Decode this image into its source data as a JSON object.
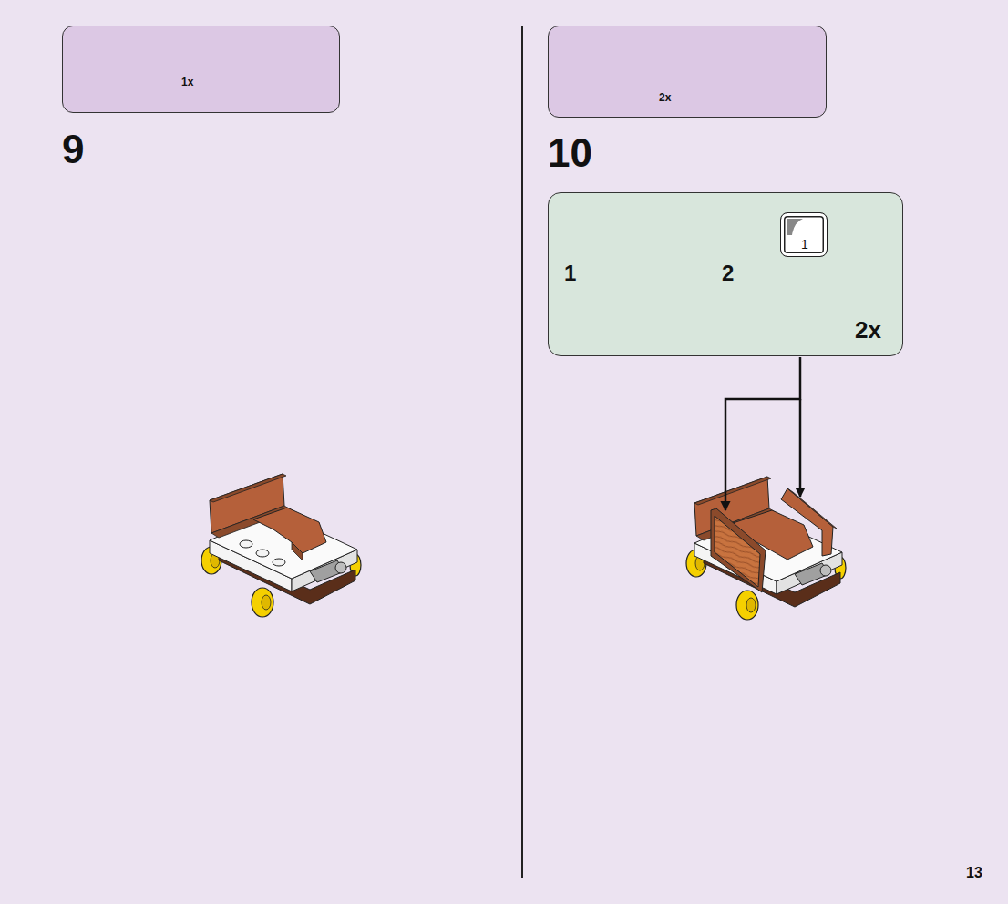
{
  "diagram": {
    "nodes": [
      {
        "text": [
          "1x"
        ]
      },
      {
        "text": [
          "2x"
        ]
      },
      {
        "text": [
          "1",
          "2",
          "2x"
        ]
      },
      {
        "text": [
          "1"
        ],
        "in": 2
      }
    ],
    "labels": [
      "9",
      "10",
      "13"
    ]
  }
}
